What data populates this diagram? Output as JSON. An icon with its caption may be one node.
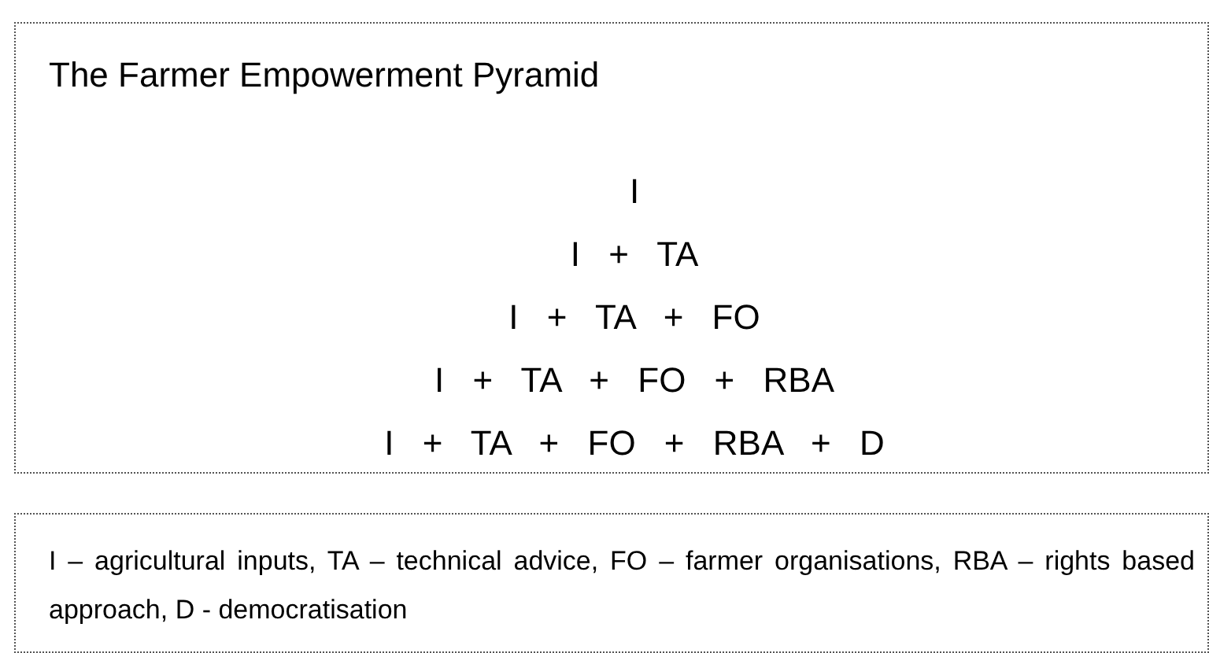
{
  "diagram": {
    "nodes": [
      {
        "text": [
          "The Farmer Empowerment Pyramid",
          "I",
          "I + TA",
          "I + TA + FO",
          "I + TA + FO + RBA",
          "I + TA + FO + RBA + D"
        ]
      },
      {
        "text": [
          "I – agricultural inputs, TA – technical advice, FO – farmer organisations, RBA – rights based approach, D - democratisation"
        ]
      }
    ]
  }
}
